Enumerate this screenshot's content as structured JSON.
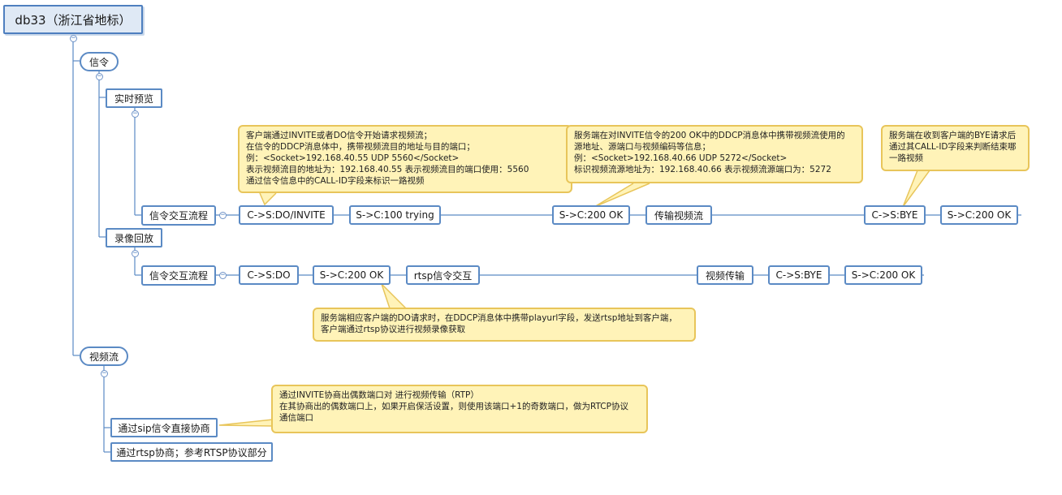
{
  "root": {
    "label": "db33（浙江省地标）"
  },
  "signaling": {
    "label": "信令",
    "realtime": {
      "label": "实时预览",
      "flow_label": "信令交互流程",
      "steps": [
        "C->S:DO/INVITE",
        "S->C:100 trying",
        "S->C:200 OK",
        "传输视频流",
        "C->S:BYE",
        "S->C:200 OK"
      ]
    },
    "playback": {
      "label": "录像回放",
      "flow_label": "信令交互流程",
      "steps": [
        "C->S:DO",
        "S->C:200 OK",
        "rtsp信令交互",
        "视频传输",
        "C->S:BYE",
        "S->C:200 OK"
      ]
    }
  },
  "videostream": {
    "label": "视频流",
    "items": [
      "通过sip信令直接协商",
      "通过rtsp协商；参考RTSP协议部分"
    ]
  },
  "callouts": {
    "invite_note": "客户端通过INVITE或者DO信令开始请求视频流；\n在信令的DDCP消息体中，携带视频流目的地址与目的端口；\n例：<Socket>192.168.40.55 UDP 5560</Socket>\n表示视频流目的地址为：192.168.40.55    表示视频流目的端口使用：5560\n通过信令信息中的CALL-ID字段来标识一路视频",
    "ok_note": "服务端在对INVITE信令的200 OK中的DDCP消息体中携带视频流使用的\n源地址、源端口与视频编码等信息；\n例：<Socket>192.168.40.66 UDP 5272</Socket>\n标识视频流源地址为：192.168.40.66 表示视频流源端口为：5272",
    "bye_note": "服务端在收到客户端的BYE请求后\n通过其CALL-ID字段来判断结束哪\n一路视频",
    "playback_note": "服务端相应客户端的DO请求时，在DDCP消息体中携带playurl字段，发送rtsp地址到客户端，\n客户端通过rtsp协议进行视频录像获取",
    "rtp_note": "通过INVITE协商出偶数端口对 进行视频传输（RTP）\n在其协商出的偶数端口上，如果开启保活设置，则使用该端口+1的奇数端口，做为RTCP协议\n通信端口"
  },
  "colors": {
    "node_border": "#5b8ac4",
    "root_fill": "#dfe9f5",
    "callout_fill": "#fff3b8",
    "callout_border": "#e8c55a",
    "connector": "#5b8ac4"
  }
}
